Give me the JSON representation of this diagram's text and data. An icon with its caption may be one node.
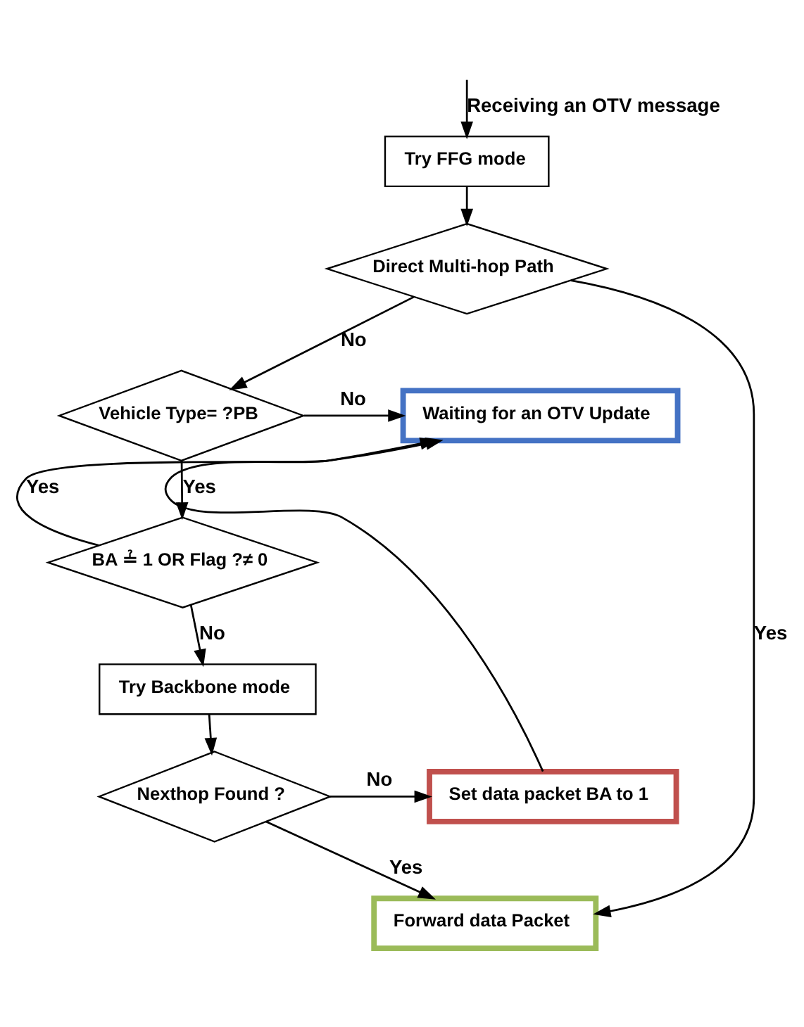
{
  "diagram": {
    "nodes": [
      {
        "text": [
          "Try FFG mode"
        ]
      },
      {
        "text": [
          "Direct Multi-hop Path"
        ]
      },
      {
        "text": [
          "Vehicle Type= ?PB"
        ]
      },
      {
        "text": [
          "Waiting for an OTV Update"
        ]
      },
      {
        "text": [
          "BA ≟ 1 OR Flag ?≠ 0"
        ]
      },
      {
        "text": [
          "Try Backbone mode"
        ]
      },
      {
        "text": [
          "Nexthop Found ?"
        ]
      },
      {
        "text": [
          "Set data packet BA to 1"
        ]
      },
      {
        "text": [
          "Forward data Packet"
        ]
      }
    ],
    "edges": [
      {
        "from": null,
        "to": 0,
        "arrow": "to",
        "label": "Receiving an OTV message"
      },
      {
        "from": 0,
        "to": 1,
        "arrow": "to"
      },
      {
        "from": 1,
        "to": 8,
        "arrow": "to",
        "label": "Yes"
      },
      {
        "from": 1,
        "to": 2,
        "arrow": "to",
        "label": "No"
      },
      {
        "from": 2,
        "to": 3,
        "arrow": "to",
        "label": "No"
      },
      {
        "from": 2,
        "to": 4,
        "arrow": "to",
        "label": "Yes"
      },
      {
        "from": 4,
        "to": 3,
        "arrow": "to",
        "label": "Yes"
      },
      {
        "from": 4,
        "to": 5,
        "arrow": "to",
        "label": "No"
      },
      {
        "from": 5,
        "to": 6,
        "arrow": "to"
      },
      {
        "from": 6,
        "to": 7,
        "arrow": "to",
        "label": "No"
      },
      {
        "from": 6,
        "to": 8,
        "arrow": "to",
        "label": "Yes"
      },
      {
        "from": 7,
        "to": 3,
        "arrow": "to"
      }
    ]
  }
}
